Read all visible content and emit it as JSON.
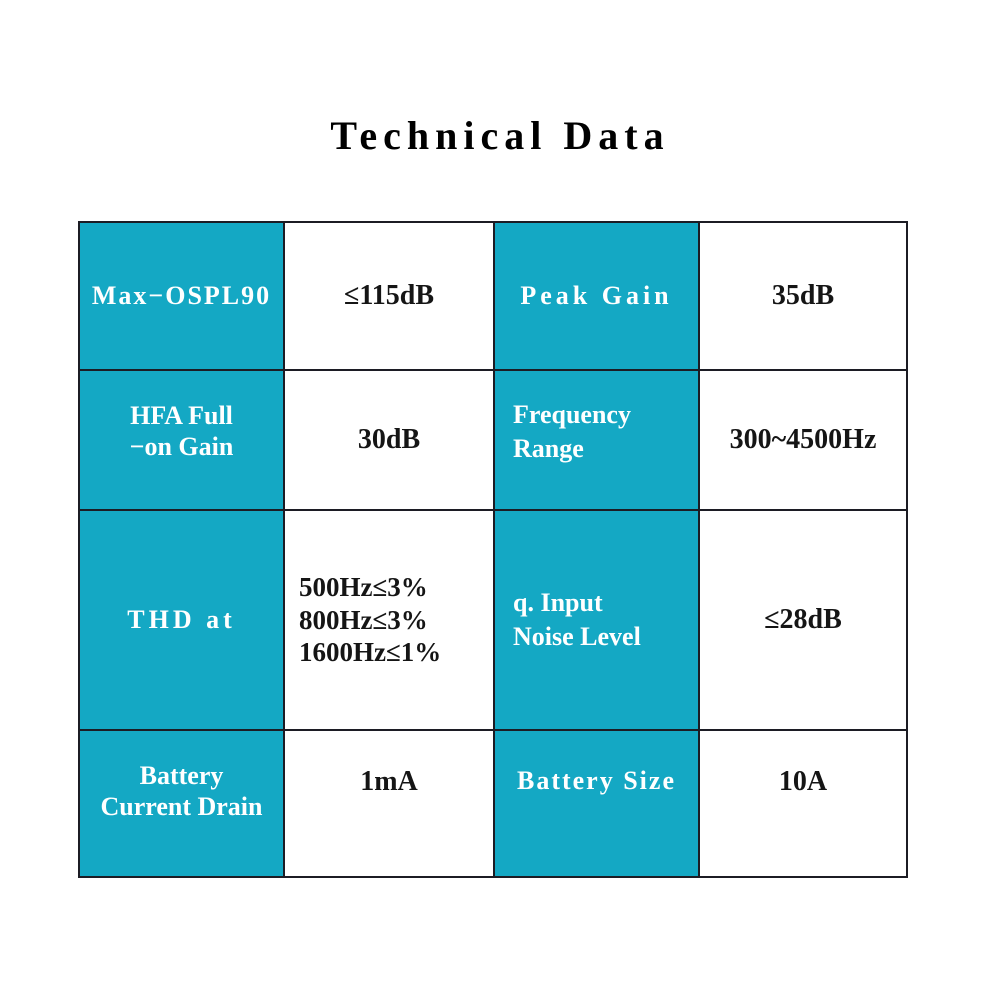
{
  "page": {
    "title": "Technical Data",
    "background_color": "#ffffff",
    "accent_color": "#14a8c4",
    "label_text_color": "#ffffff",
    "value_text_color": "#151515",
    "border_color": "#1c1c24"
  },
  "table": {
    "columns": 4,
    "rows": [
      {
        "label_left": "Max−OSPL90",
        "value_left": "≤115dB",
        "label_right": "Peak Gain",
        "value_right": "35dB"
      },
      {
        "label_left": "HFA Full\n−on Gain",
        "value_left": "30dB",
        "label_right": "Frequency\nRange",
        "value_right": "300~4500Hz"
      },
      {
        "label_left": "THD at",
        "value_left": "500Hz≤3%\n800Hz≤3%\n1600Hz≤1%",
        "label_right": "q. Input\nNoise Level",
        "value_right": "≤28dB"
      },
      {
        "label_left": "Battery\nCurrent Drain",
        "value_left": "1mA",
        "label_right": "Battery Size",
        "value_right": "10A"
      }
    ]
  }
}
